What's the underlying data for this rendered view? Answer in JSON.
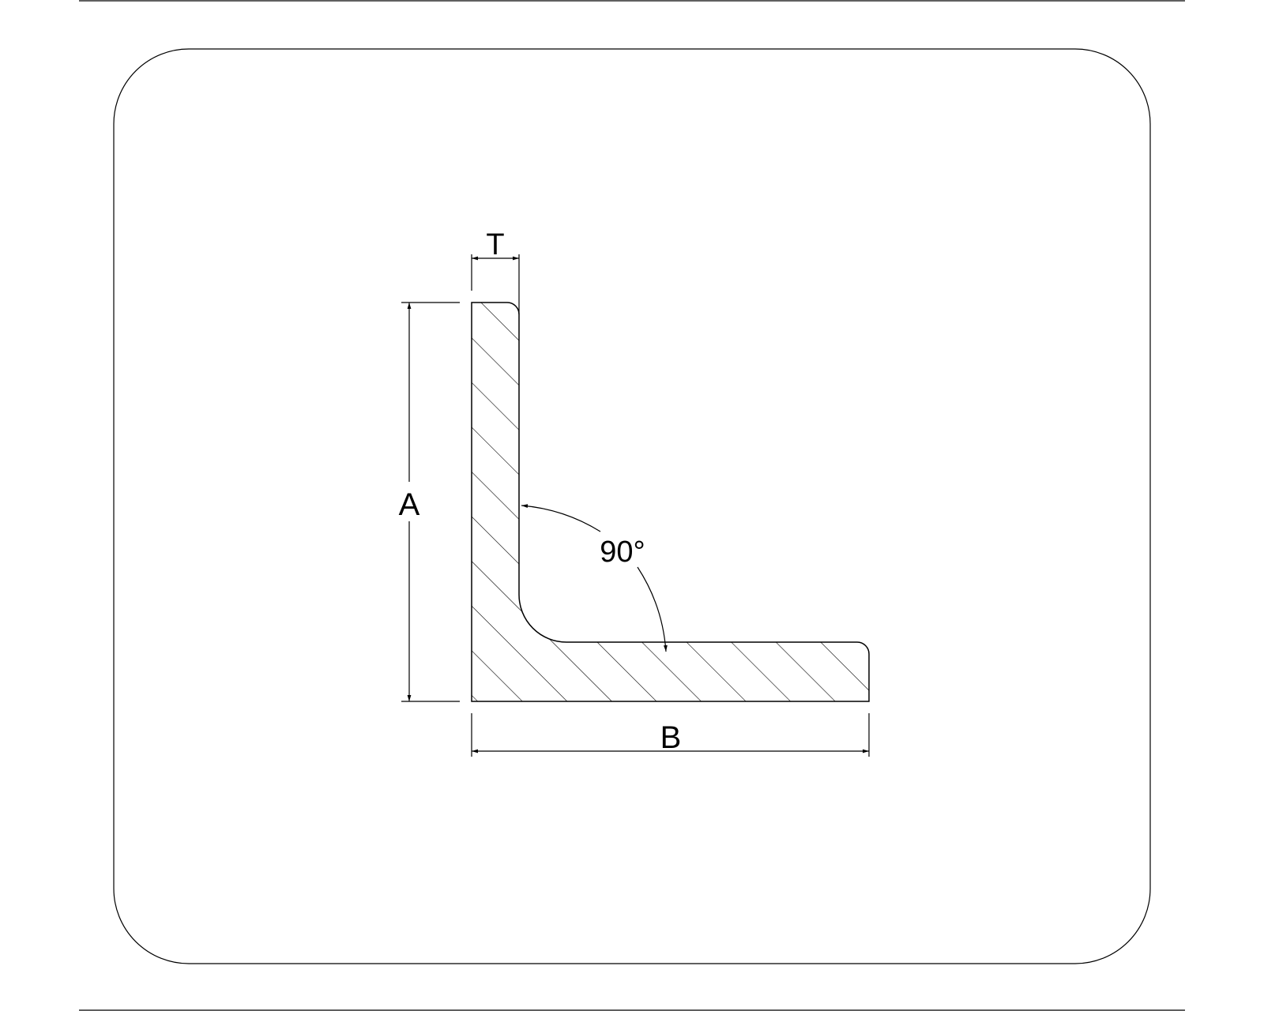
{
  "diagram": {
    "type": "technical-drawing",
    "subject": "equal-angle-profile",
    "labels": {
      "thickness": "T",
      "height": "A",
      "width": "B",
      "angle": "90°"
    },
    "colors": {
      "line": "#000000",
      "background": "#ffffff"
    }
  }
}
